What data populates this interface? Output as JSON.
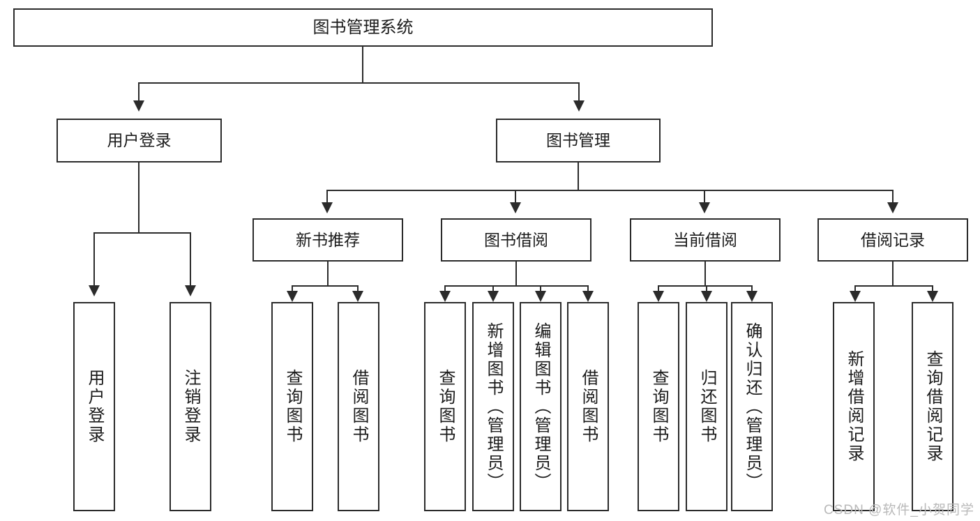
{
  "diagram": {
    "title": "图书管理系统",
    "type": "tree",
    "colors": {
      "stroke": "#2b2b2b",
      "fill": "#ffffff",
      "text": "#1b1b1b",
      "watermark": "#b9b9b9"
    },
    "root": {
      "label": "图书管理系统"
    },
    "level2": [
      {
        "label": "用户登录"
      },
      {
        "label": "图书管理"
      }
    ],
    "level3": [
      {
        "label": "新书推荐"
      },
      {
        "label": "图书借阅"
      },
      {
        "label": "当前借阅"
      },
      {
        "label": "借阅记录"
      }
    ],
    "leaves": {
      "user_login": [
        {
          "label": "用户登录"
        },
        {
          "label": "注销登录"
        }
      ],
      "new_book_recommend": [
        {
          "label": "查询图书"
        },
        {
          "label": "借阅图书"
        }
      ],
      "book_borrow": [
        {
          "label": "查询图书"
        },
        {
          "label": "新增图书（管理员）"
        },
        {
          "label": "编辑图书（管理员）"
        },
        {
          "label": "借阅图书"
        }
      ],
      "current_borrow": [
        {
          "label": "查询图书"
        },
        {
          "label": "归还图书"
        },
        {
          "label": "确认归还（管理员）"
        }
      ],
      "borrow_record": [
        {
          "label": "新增借阅记录"
        },
        {
          "label": "查询借阅记录"
        }
      ]
    }
  },
  "watermark": {
    "text": "CSDN @软件_小贺同学"
  }
}
